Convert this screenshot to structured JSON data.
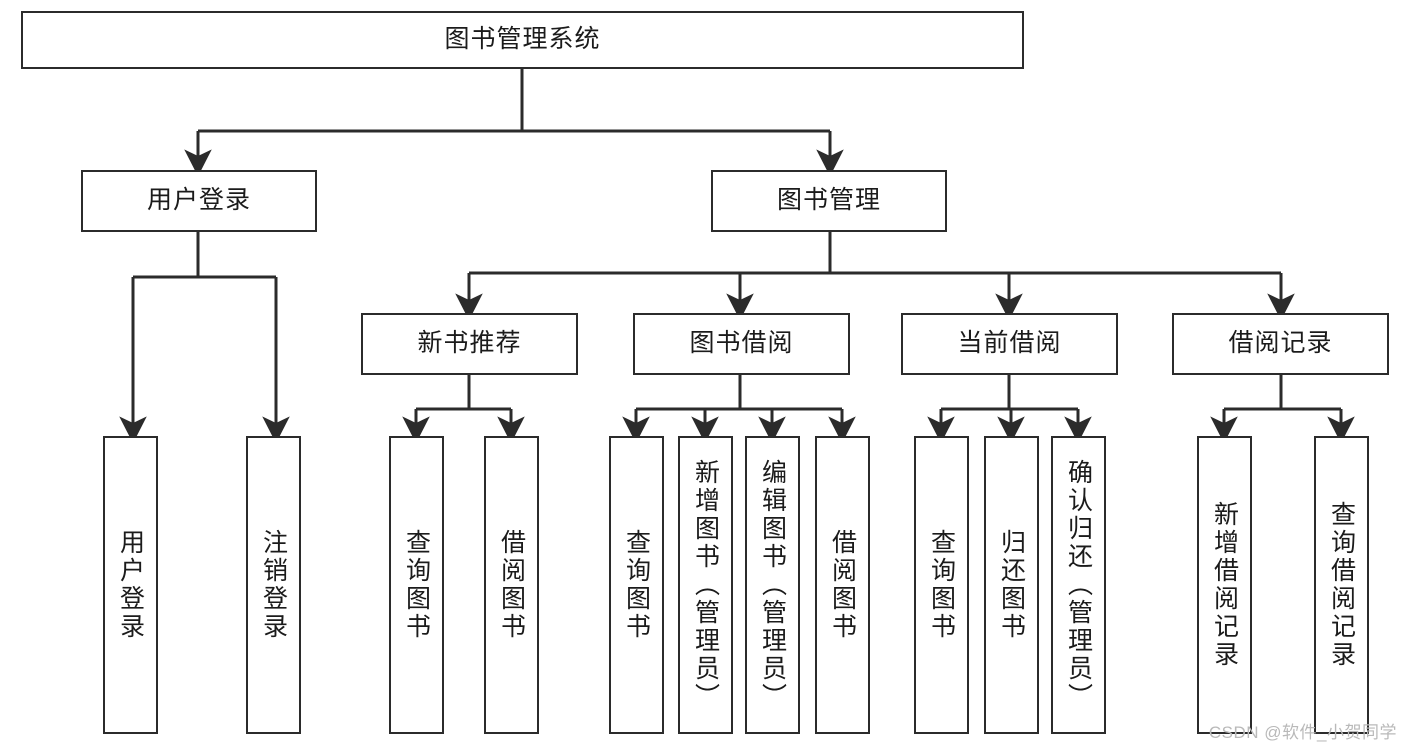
{
  "diagram": {
    "type": "tree",
    "title": "图书管理系统",
    "watermark": "CSDN @软件_小贺同学",
    "colors": {
      "border": "#2b2b2b",
      "background": "#ffffff",
      "text": "#1b1b1b",
      "watermark": "#b9b9b9"
    },
    "root": {
      "label": "图书管理系统"
    },
    "level2": [
      {
        "label": "用户登录"
      },
      {
        "label": "图书管理"
      }
    ],
    "level3": [
      {
        "label": "新书推荐"
      },
      {
        "label": "图书借阅"
      },
      {
        "label": "当前借阅"
      },
      {
        "label": "借阅记录"
      }
    ],
    "leaves": [
      {
        "label": "用户登录"
      },
      {
        "label": "注销登录"
      },
      {
        "label": "查询图书"
      },
      {
        "label": "借阅图书"
      },
      {
        "label": "查询图书"
      },
      {
        "label": "新增图书（管理员）"
      },
      {
        "label": "编辑图书（管理员）"
      },
      {
        "label": "借阅图书"
      },
      {
        "label": "查询图书"
      },
      {
        "label": "归还图书"
      },
      {
        "label": "确认归还（管理员）"
      },
      {
        "label": "新增借阅记录"
      },
      {
        "label": "查询借阅记录"
      }
    ]
  }
}
